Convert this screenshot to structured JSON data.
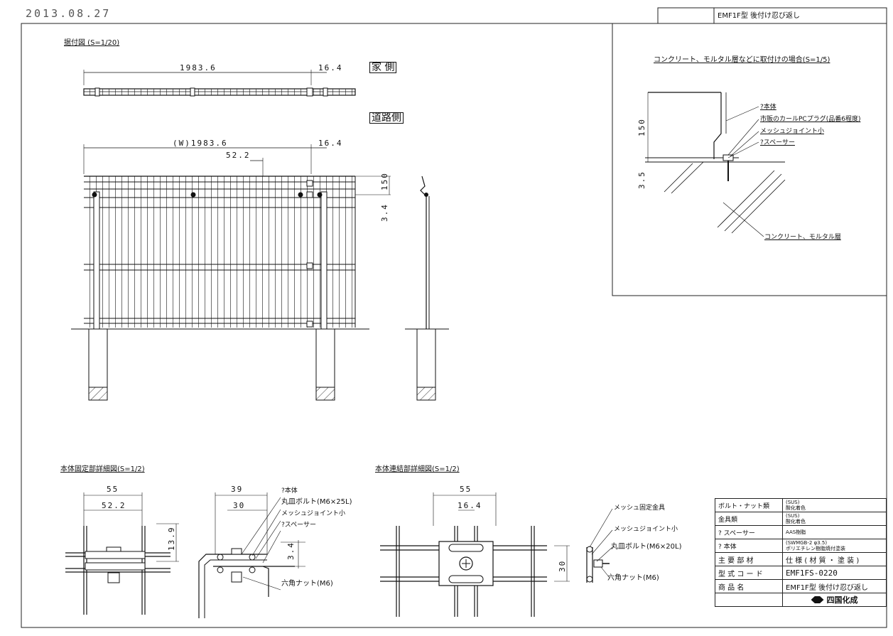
{
  "header": {
    "date": "2013.08.27",
    "title_box": "EMF1F型 後付け忍び返し"
  },
  "main_view": {
    "title": "据付図 (S=1/20)",
    "dim_top_long": "1983.6",
    "dim_top_short": "16.4",
    "label_house_side": "家 側",
    "label_road_side": "道路側",
    "dim_w": "(W)1983.6",
    "dim_w_short": "16.4",
    "dim_pitch": "52.2",
    "dim_v150": "150",
    "dim_v34": "3.4"
  },
  "detail_concrete": {
    "title": "コンクリート、モルタル層などに取付けの場合(S=1/5)",
    "dim_150": "150",
    "dim_35": "3.5",
    "callouts": [
      "?本体",
      "市販のカールPCプラグ(品番6程度)",
      "メッシュジョイント小",
      "?スペーサー"
    ],
    "bottom_label": "コンクリート、モルタル層"
  },
  "detail_fix": {
    "title": "本体固定部詳細図(S=1/2)",
    "dim_55": "55",
    "dim_522": "52.2",
    "dim_139": "13.9",
    "dim_39": "39",
    "dim_30": "30",
    "dim_34": "3.4",
    "callouts": [
      "?本体",
      "丸皿ボルト(M6×25L)",
      "メッシュジョイント小",
      "?スペーサー"
    ],
    "nut": "六角ナット(M6)"
  },
  "detail_join": {
    "title": "本体連結部詳細図(S=1/2)",
    "dim_55": "55",
    "dim_164": "16.4",
    "dim_30": "30",
    "callouts": [
      "メッシュ固定金具",
      "メッシュジョイント小",
      "丸皿ボルト(M6×20L)",
      "六角ナット(M6)"
    ]
  },
  "spec_table": {
    "rows": [
      {
        "part": "ボルト・ナット類",
        "spec1": "(SUS)",
        "spec2": "酸化着色"
      },
      {
        "part": "金具類",
        "spec1": "(SUS)",
        "spec2": "酸化着色"
      },
      {
        "part": "? スペーサー",
        "spec1": "AAS樹脂",
        "spec2": ""
      },
      {
        "part": "? 本体",
        "spec1": "(SWMGB-2 φ3.5)",
        "spec2": "ポリエチレン樹脂焼付塗装"
      }
    ],
    "header_part": "主 要 部 材",
    "header_spec": "仕 様 ( 材 質 ・ 塗 装 )",
    "code_label": "型 式 コ ー ド",
    "code_value": "EMF1FS-0220",
    "product_label": "商 品 名",
    "product_value": "EMF1F型 後付け忍び返し",
    "company": "四国化成"
  }
}
